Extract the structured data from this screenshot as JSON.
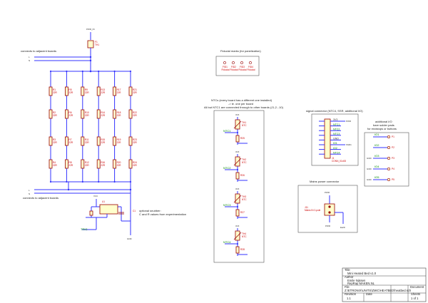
{
  "heater": {
    "power_top": "PWR_IN",
    "fuse_ref": "F1",
    "fuse_value": "TH1",
    "adjacent_top": "connects to adjacent boards",
    "adjacent_bottom": "connects to adjacent boards",
    "net_a": "L",
    "net_b": "N",
    "columns": [
      {
        "resistors": [
          {
            "ref": "R1",
            "value": "22R"
          },
          {
            "ref": "R2",
            "value": "22R"
          },
          {
            "ref": "R3",
            "value": "22R"
          },
          {
            "ref": "R4",
            "value": "22R"
          }
        ]
      },
      {
        "resistors": [
          {
            "ref": "R5",
            "value": "22R"
          },
          {
            "ref": "R6",
            "value": "22R"
          },
          {
            "ref": "R7",
            "value": "22R"
          },
          {
            "ref": "R8",
            "value": "22R"
          }
        ]
      },
      {
        "resistors": [
          {
            "ref": "R9",
            "value": "22R"
          },
          {
            "ref": "R10",
            "value": "22R"
          },
          {
            "ref": "R11",
            "value": "22R"
          },
          {
            "ref": "R12",
            "value": "22R"
          }
        ]
      },
      {
        "resistors": [
          {
            "ref": "R13",
            "value": "22R"
          },
          {
            "ref": "R14",
            "value": "22R"
          },
          {
            "ref": "R15",
            "value": "22R"
          },
          {
            "ref": "R16",
            "value": "22R"
          }
        ]
      },
      {
        "resistors": [
          {
            "ref": "R17",
            "value": "22R"
          },
          {
            "ref": "R18",
            "value": "22R"
          },
          {
            "ref": "R19",
            "value": "22R"
          },
          {
            "ref": "R20",
            "value": "22R"
          }
        ]
      },
      {
        "resistors": [
          {
            "ref": "R21",
            "value": "22R"
          },
          {
            "ref": "R22",
            "value": "22R"
          },
          {
            "ref": "R23",
            "value": "22R"
          },
          {
            "ref": "R24",
            "value": "22R"
          }
        ]
      }
    ]
  },
  "snubber": {
    "pwr_label": "VCC",
    "ic_ref": "U1",
    "c_ref": "C1",
    "gnd_label": "GND",
    "note_line1": "optional snubber:",
    "note_line2": "C and R values from experimentation",
    "net_label": "TRIG"
  },
  "fiducials": {
    "title": "Fiducial marks (for panelization)",
    "items": [
      {
        "ref": "FID1",
        "value": "Fiducial"
      },
      {
        "ref": "FID2",
        "value": "Fiducial"
      },
      {
        "ref": "FID3",
        "value": "Fiducial"
      },
      {
        "ref": "FID4",
        "value": "Fiducial"
      }
    ]
  },
  "ntc": {
    "note_line1": "NTCs (every board has a different one installed)",
    "note_line2": "-> ie. one per board",
    "note_line3": "All but NTC1 are connected through to other boards (J1,2...10)",
    "blocks": [
      {
        "net": "NTC1",
        "ref": "TH1",
        "pwr": "3V3",
        "r_ref": "R25"
      },
      {
        "net": "NTC2",
        "ref": "TH2",
        "pwr": "3V3",
        "r_ref": "R26"
      },
      {
        "net": "NTC3",
        "ref": "TH3",
        "pwr": "3V3",
        "r_ref": "R27"
      },
      {
        "net": "NTC4",
        "ref": "TH4",
        "pwr": "3V3",
        "r_ref": "R28"
      }
    ]
  },
  "signal": {
    "title": "signal connector (NTC4, SSR, additional I/O)",
    "ref": "J1",
    "value": "CONN_01x08",
    "pins": [
      {
        "net": "3V3",
        "color": "#333333"
      },
      {
        "net": "NTC1",
        "color": "#008800"
      },
      {
        "net": "NTC2",
        "color": "#008800"
      },
      {
        "net": "NTC3",
        "color": "#008800"
      },
      {
        "net": "GND",
        "color": "#333333"
      },
      {
        "net": "IO1",
        "color": "#008800"
      },
      {
        "net": "IO2",
        "color": "#008800"
      },
      {
        "net": "NTC4",
        "color": "#008800"
      }
    ],
    "side_labels": [
      {
        "text": "PWR",
        "pin": 0
      },
      {
        "text": "SSR1",
        "pin": 5
      }
    ]
  },
  "io": {
    "title_line1": "additional I/O",
    "title_line2": "bare solder pads",
    "title_line3": "for endstops or buttons",
    "pads": [
      {
        "net": "IO1",
        "pwr": "",
        "ref": "P1"
      },
      {
        "net": "IO2",
        "pwr": "",
        "ref": "P2"
      },
      {
        "net": "IO3",
        "pwr": "GND",
        "ref": "P3"
      },
      {
        "net": "IO4",
        "pwr": "GND",
        "ref": "P4"
      },
      {
        "net": "IO5",
        "pwr": "GND",
        "ref": "P5"
      }
    ]
  },
  "mains": {
    "title": "Mains power connector",
    "pwr_label": "PWR",
    "earth_label": "Earth",
    "ref": "J11",
    "value": "Mains IN 2-pole"
  },
  "titleblock": {
    "title_label": "Title",
    "title": "Mini Heated Bed v1.0",
    "author_label": "Author",
    "author1": "Emile Nijssen",
    "author2": "RepRap MAKEN.NL",
    "file_label": "File",
    "file": "Z:\\ETRONIX\\UNITS\\ZMIC\\HEATBED\\heatbed.sch",
    "document_label": "Document",
    "revision_label": "Revision",
    "revision": "1.1",
    "date_label": "Date",
    "sheets_label": "Sheets",
    "sheets": "1 of 1"
  },
  "colors": {
    "wire": "#3333ff",
    "component": "#990000",
    "component_fill": "#ffffcc",
    "reference": "#cc0000",
    "net_label": "#008800"
  }
}
